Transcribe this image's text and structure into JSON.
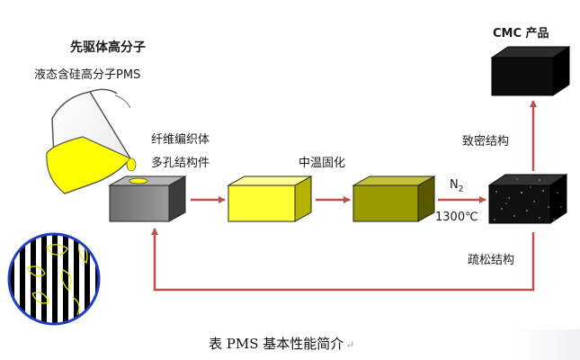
{
  "labels": {
    "precursor_title": "先驱体高分子",
    "precursor_name": "液态含硅高分子PMS",
    "preform_line1": "纤维编织体",
    "preform_line2": "多孔结构件",
    "curing": "中温固化",
    "gas": "N",
    "gas_subscript": "2",
    "temperature": "1300℃",
    "product": "CMC 产品",
    "dense": "致密结构",
    "porous": "疏松结构"
  },
  "caption": {
    "text": "表 PMS 基本性能简介",
    "mark": "↵"
  },
  "colors": {
    "arrow": "#c0504d",
    "liquid": "#ffff00",
    "preform": "#7f7f7f",
    "precursor_block": "#ffff33",
    "cured_block": "#999900",
    "ceramic_block": "#111111",
    "weave_border": "#1f3fbf"
  }
}
